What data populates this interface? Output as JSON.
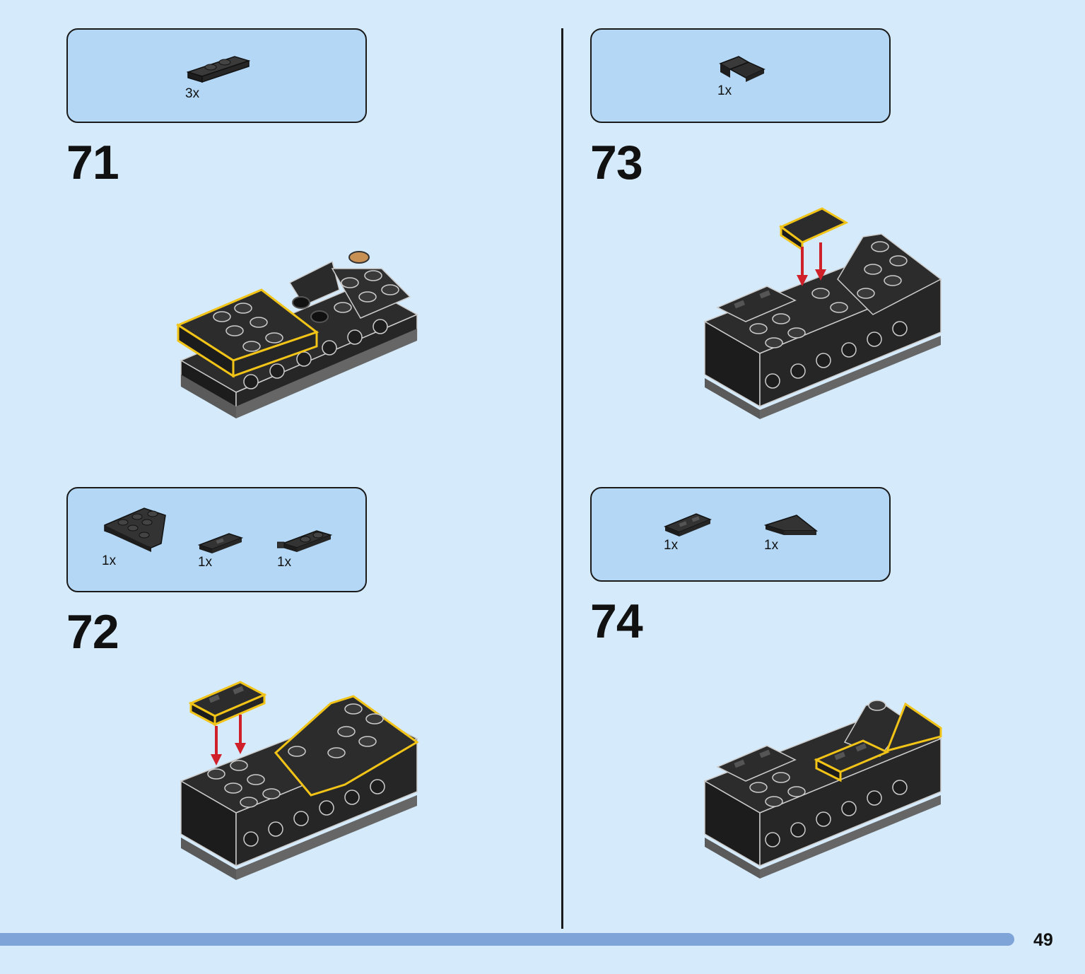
{
  "steps": [
    {
      "number": "71",
      "parts": [
        {
          "qty": "3x",
          "icon": "plate-1x2-with-two-studs-black"
        }
      ]
    },
    {
      "number": "72",
      "parts": [
        {
          "qty": "1x",
          "icon": "wedge-plate-black"
        },
        {
          "qty": "1x",
          "icon": "tile-1x2-black"
        },
        {
          "qty": "1x",
          "icon": "clip-plate-black"
        }
      ]
    },
    {
      "number": "73",
      "parts": [
        {
          "qty": "1x",
          "icon": "slope-brick-black"
        }
      ]
    },
    {
      "number": "74",
      "parts": [
        {
          "qty": "1x",
          "icon": "tile-1x2-black"
        },
        {
          "qty": "1x",
          "icon": "wedge-tile-black"
        }
      ]
    }
  ],
  "page_number": "49",
  "colors": {
    "page_background": "#d5ebfb",
    "parts_box": "#b3d7f4",
    "brick": "#2a2a2a",
    "highlight": "#f2c418",
    "arrow": "#d0202a",
    "progress_bar": "#7fa5d8"
  }
}
